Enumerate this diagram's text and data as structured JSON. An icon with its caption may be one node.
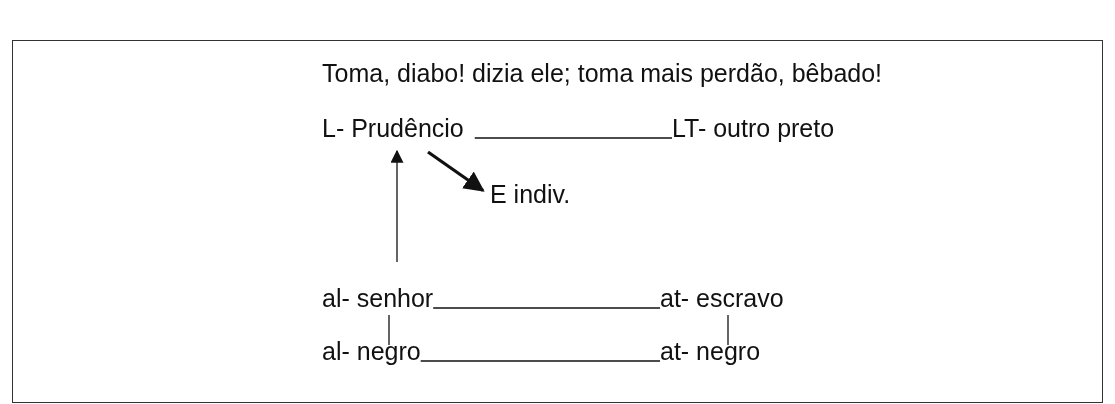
{
  "diagram": {
    "title": "Toma, diabo! dizia ele; toma mais perdão, bêbado!",
    "nodes": [
      {
        "text": [
          "L- Prudêncio"
        ]
      },
      {
        "text": [
          "LT- outro preto"
        ]
      },
      {
        "text": [
          "E indiv."
        ]
      },
      {
        "text": [
          "al- senhor"
        ]
      },
      {
        "text": [
          "at- escravo"
        ]
      },
      {
        "text": [
          "al- negro"
        ]
      },
      {
        "text": [
          "at- negro"
        ]
      }
    ],
    "edges": [
      {
        "from": 0,
        "to": 1,
        "arrow": "none"
      },
      {
        "from": 0,
        "to": 2,
        "arrow": "to",
        "style": "thick"
      },
      {
        "from": 3,
        "to": 0,
        "arrow": "to"
      },
      {
        "from": 3,
        "to": 4,
        "arrow": "none"
      },
      {
        "from": 3,
        "to": 5,
        "arrow": "none"
      },
      {
        "from": 4,
        "to": 6,
        "arrow": "none"
      },
      {
        "from": 5,
        "to": 6,
        "arrow": "none"
      }
    ]
  }
}
